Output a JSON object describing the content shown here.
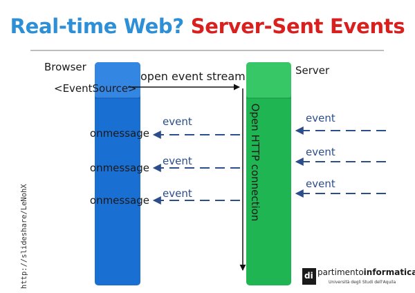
{
  "title": {
    "part1": "Real-time Web?",
    "part2": "Server-Sent Events"
  },
  "colors": {
    "title_blue": "#2d8fd6",
    "title_red": "#d8201f",
    "browser_bar": "#1a6fd2",
    "server_bar": "#1fb552",
    "event_arrow": "#2b4d8b"
  },
  "browser": {
    "label": "Browser",
    "source": "<EventSource>"
  },
  "server": {
    "label": "Server"
  },
  "request": {
    "label": "open event stream"
  },
  "connection": {
    "label": "Open HTTP connection"
  },
  "handlers": [
    "onmessage",
    "onmessage",
    "onmessage"
  ],
  "events_left": [
    "event",
    "event",
    "event"
  ],
  "events_right": [
    "event",
    "event",
    "event"
  ],
  "sidebar_url": "http://slideshare/LeNohX",
  "logo": {
    "mark": "di",
    "text_plain": "partimento",
    "text_bold": "informatica",
    "subtitle": "Università degli Studi dell'Aquila"
  }
}
